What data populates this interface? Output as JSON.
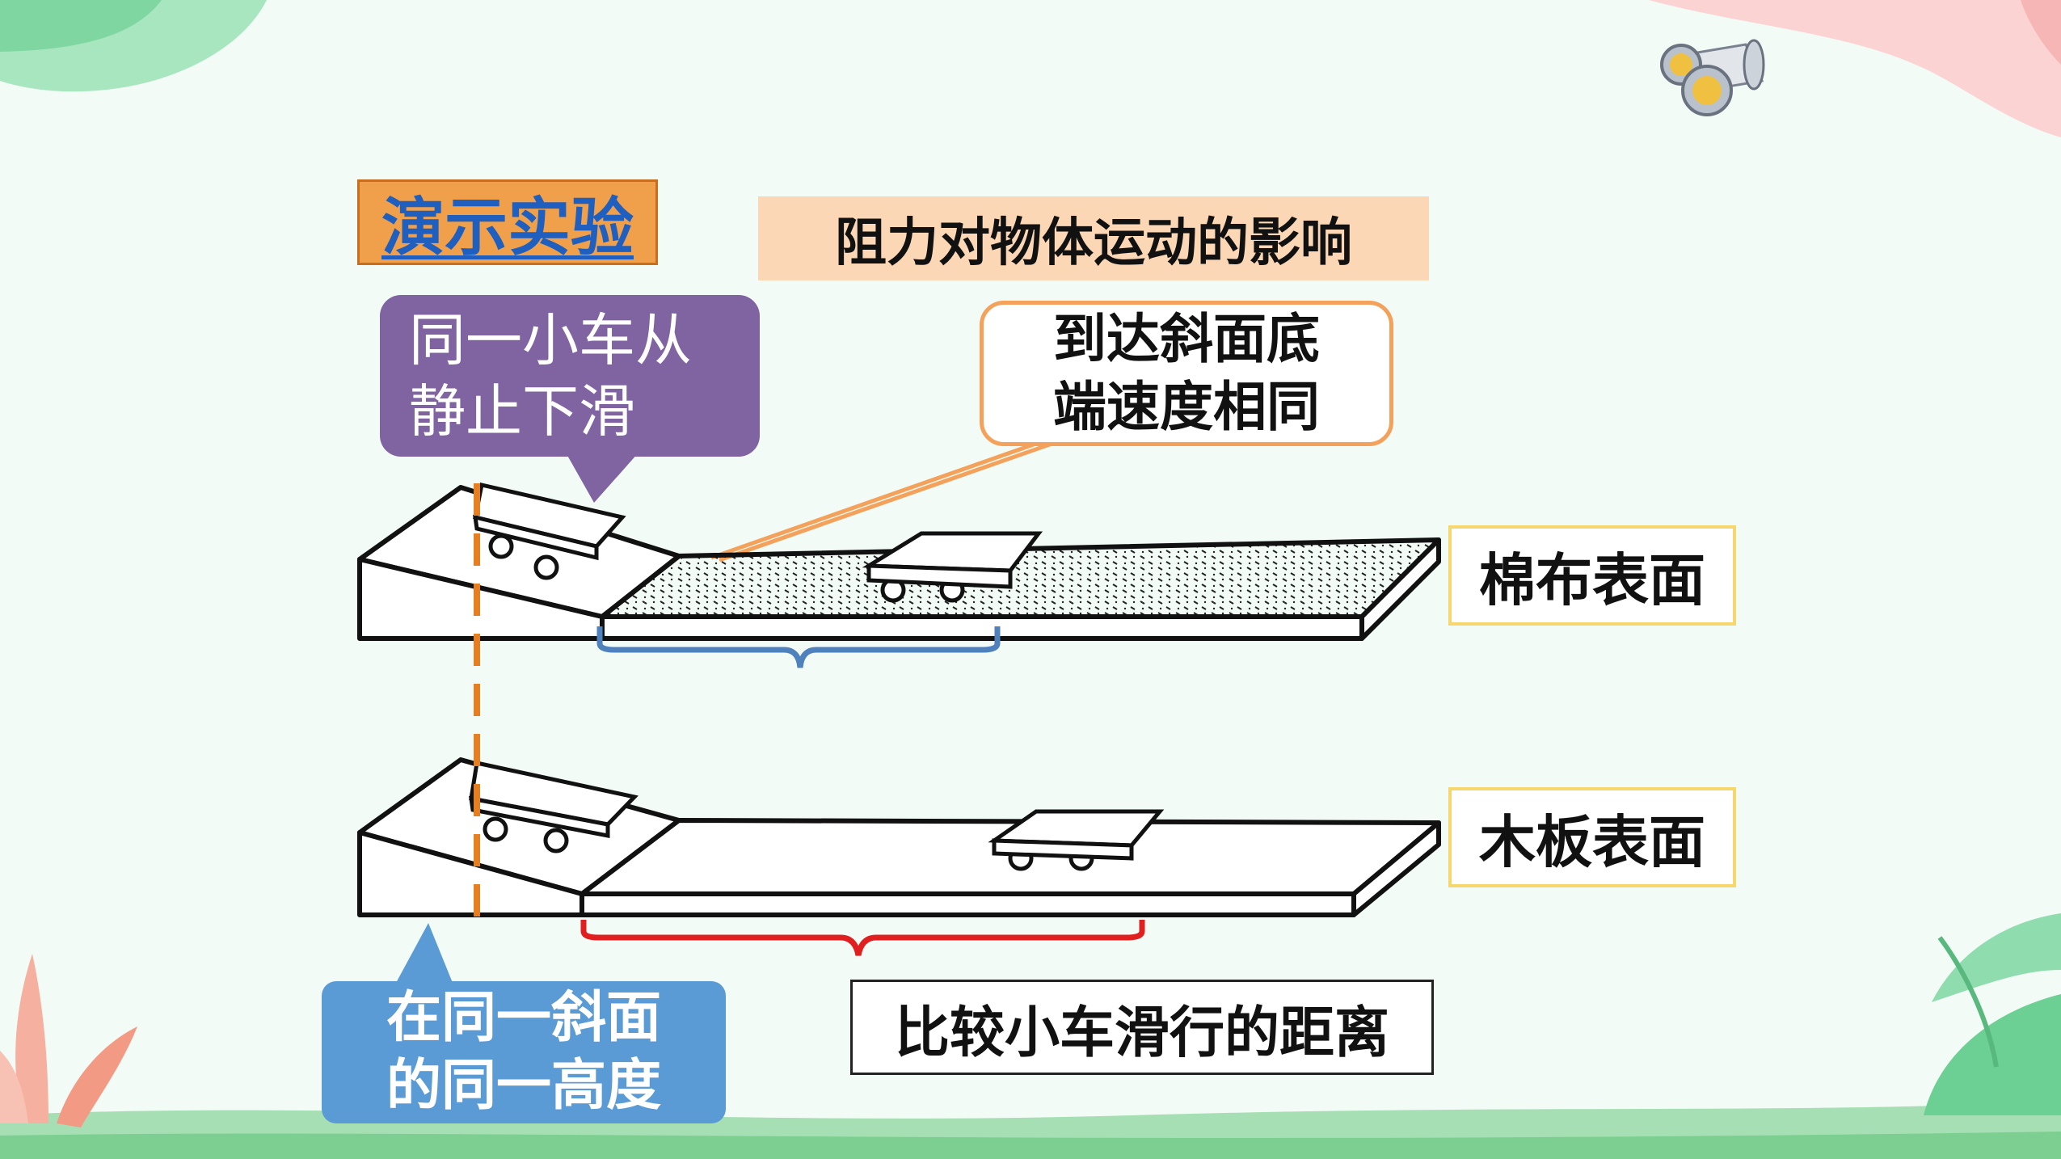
{
  "slide": {
    "badge": "演示实验",
    "topic": "阻力对物体运动的影响",
    "callout_slide": [
      "同一小车从",
      "静止下滑"
    ],
    "callout_speed": [
      "到达斜面底",
      "端速度相同"
    ],
    "callout_height": [
      "在同一斜面",
      "的同一高度"
    ],
    "label_cotton": "棉布表面",
    "label_wood": "木板表面",
    "label_compare": "比较小车滑行的距离"
  },
  "colors": {
    "purple": "#8064a2",
    "orange": "#f4a25b",
    "blue": "#5b9bd5",
    "yellow": "#f5d76e",
    "brace_blue": "#4f81bd",
    "brace_red": "#e02020",
    "dash": "#e67e22"
  },
  "icons": [
    "binoculars-icon",
    "leaf-decoration",
    "palm-leaf-decoration",
    "grass-decoration"
  ]
}
